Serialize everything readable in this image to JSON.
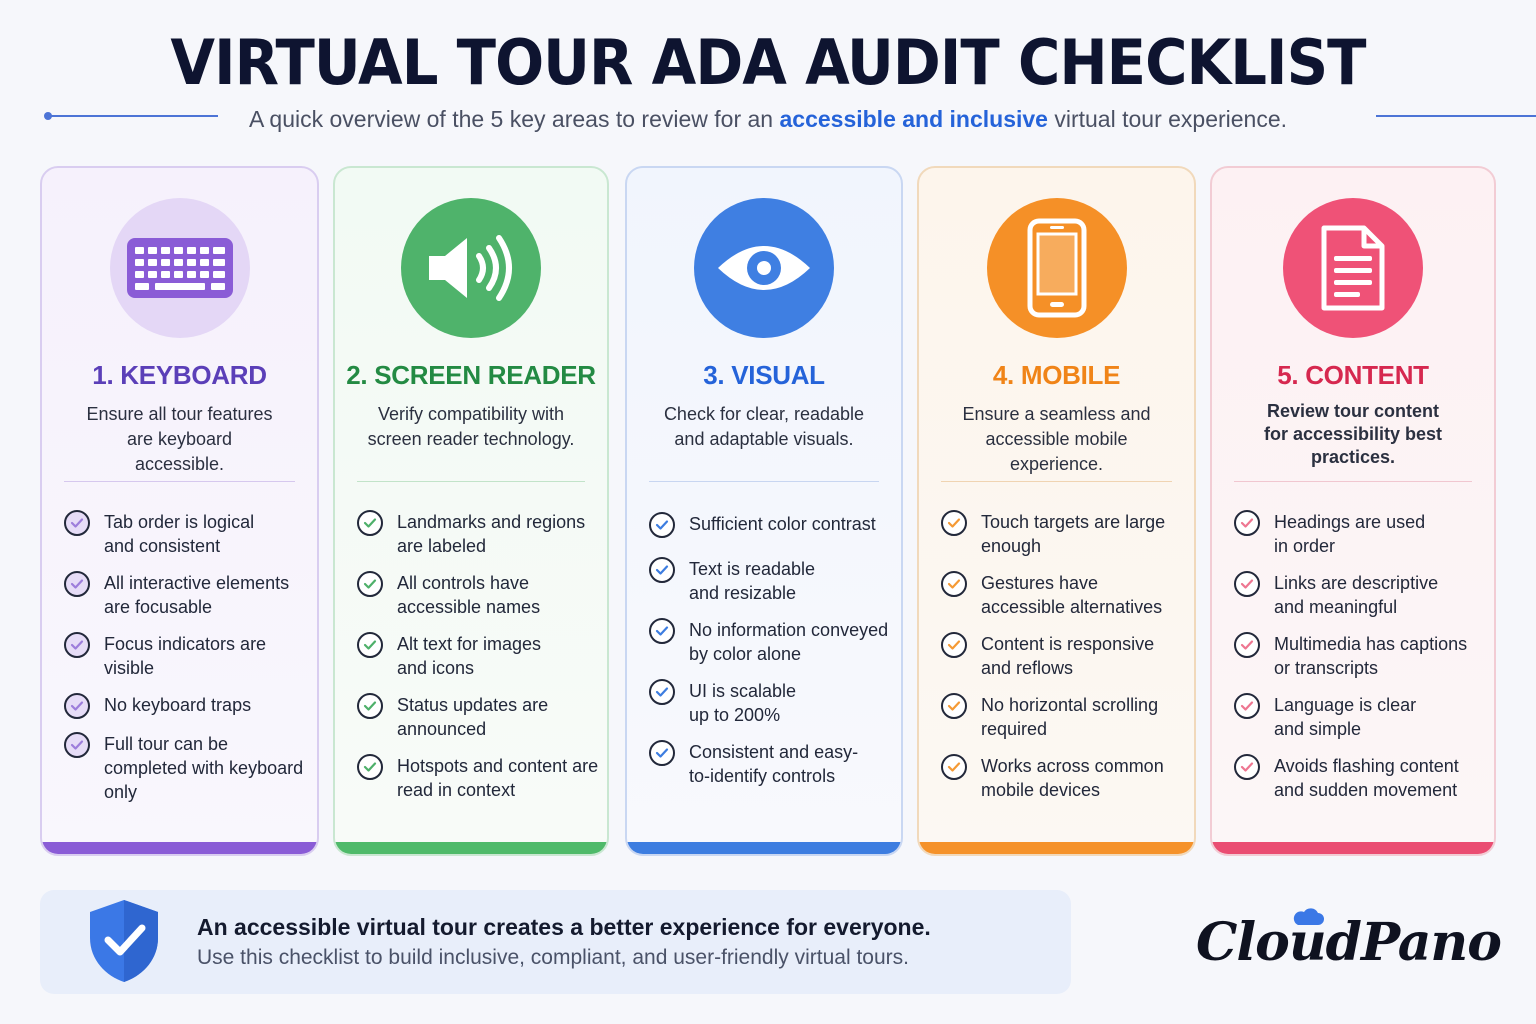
{
  "header": {
    "title": "VIRTUAL TOUR ADA AUDIT CHECKLIST",
    "subtitle_before": "A quick overview of the 5 key areas to review for an ",
    "subtitle_highlight": "accessible and inclusive",
    "subtitle_after": " virtual tour experience."
  },
  "cards": [
    {
      "heading": "1. KEYBOARD",
      "icon": "keyboard-icon",
      "desc": "Ensure all tour features are keyboard accessible.",
      "items": [
        "Tab order is logical and consistent",
        "All interactive elements are focusable",
        "Focus indicators are visible",
        "No keyboard traps",
        "Full tour can be completed with keyboard only"
      ],
      "color": "#8a5cd6"
    },
    {
      "heading": "2. SCREEN READER",
      "icon": "speaker-icon",
      "desc": "Verify compatibility with screen reader technology.",
      "items": [
        "Landmarks and regions are labeled",
        "All controls have accessible names",
        "Alt text for images and icons",
        "Status updates are announced",
        "Hotspots and content are read in context"
      ],
      "color": "#4fba6a"
    },
    {
      "heading": "3. VISUAL",
      "icon": "eye-icon",
      "desc": "Check for clear, readable and adaptable visuals.",
      "items": [
        "Sufficient color contrast",
        "Text is readable and resizable",
        "No information conveyed by color alone",
        "UI is scalable up to 200%",
        "Consistent and easy-to-identify controls"
      ],
      "color": "#3d7de0"
    },
    {
      "heading": "4. MOBILE",
      "icon": "smartphone-icon",
      "desc": "Ensure a seamless and accessible mobile experience.",
      "items": [
        "Touch targets are large enough",
        "Gestures have accessible alternatives",
        "Content is responsive and reflows",
        "No horizontal scrolling required",
        "Works across common mobile devices"
      ],
      "color": "#f5922a"
    },
    {
      "heading": "5. CONTENT",
      "icon": "document-icon",
      "desc": "Review tour content for accessibility best practices.",
      "items": [
        "Headings are used in order",
        "Links are descriptive and meaningful",
        "Multimedia has captions or transcripts",
        "Language is clear and simple",
        "Avoids flashing content and sudden movement"
      ],
      "color": "#ea4d72"
    }
  ],
  "footer": {
    "line1": "An accessible virtual tour creates a better experience for everyone.",
    "line2": "Use this checklist to build inclusive, compliant, and user-friendly virtual tours.",
    "icon": "shield-check-icon"
  },
  "logo": {
    "text": "CloudPano"
  }
}
